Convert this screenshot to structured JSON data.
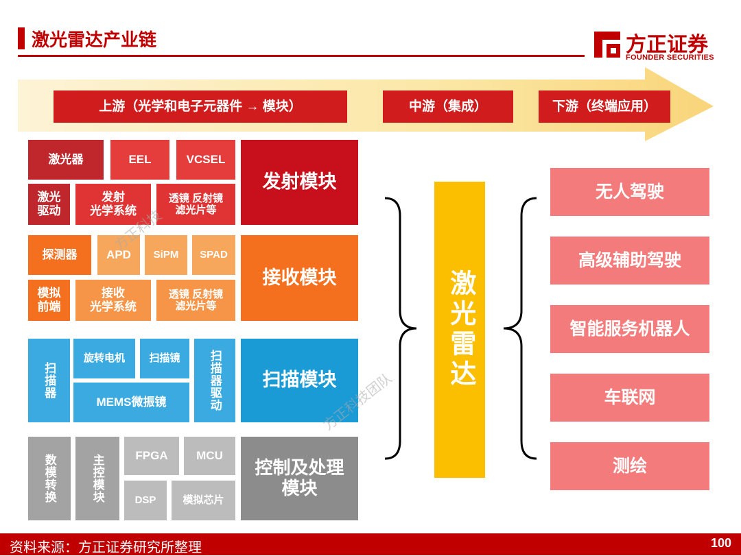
{
  "header": {
    "title": "激光雷达产业链"
  },
  "logo": {
    "cn": "方正证券",
    "en": "FOUNDER SECURITIES"
  },
  "stages": {
    "upstream": "上游（光学和电子元器件 → 模块）",
    "midstream": "中游（集成）",
    "downstream": "下游（终端应用）"
  },
  "transmit": {
    "module": "发射模块",
    "laser": "激光器",
    "eel": "EEL",
    "vcsel": "VCSEL",
    "driver": "激光\n驱动",
    "optics": "发射\n光学系统",
    "filters": "透镜 反射镜\n滤光片等"
  },
  "receive": {
    "module": "接收模块",
    "detector": "探测器",
    "apd": "APD",
    "sipm": "SiPM",
    "spad": "SPAD",
    "frontend": "模拟\n前端",
    "optics": "接收\n光学系统",
    "filters": "透镜 反射镜\n滤光片等"
  },
  "scan": {
    "module": "扫描模块",
    "scanner": "扫描器",
    "motor": "旋转电机",
    "mirror": "扫描镜",
    "mems": "MEMS微振镜",
    "driver": "扫描器驱动"
  },
  "control": {
    "module": "控制及处理\n模块",
    "adc": "数模转换",
    "main": "主控模块",
    "fpga": "FPGA",
    "mcu": "MCU",
    "dsp": "DSP",
    "analog_chip": "模拟芯片"
  },
  "midstream_label": "激光雷达",
  "applications": [
    "无人驾驶",
    "高级辅助驾驶",
    "智能服务机器人",
    "车联网",
    "测绘"
  ],
  "watermarks": [
    "方正科技",
    "方正科技团队"
  ],
  "footer": {
    "source": "资料来源：方正证券研究所整理",
    "page": "100"
  },
  "colors": {
    "brand_red": "#c00000",
    "arrow": "#fbe39a",
    "lidar": "#fbbf00",
    "application": "#f47b7b"
  }
}
